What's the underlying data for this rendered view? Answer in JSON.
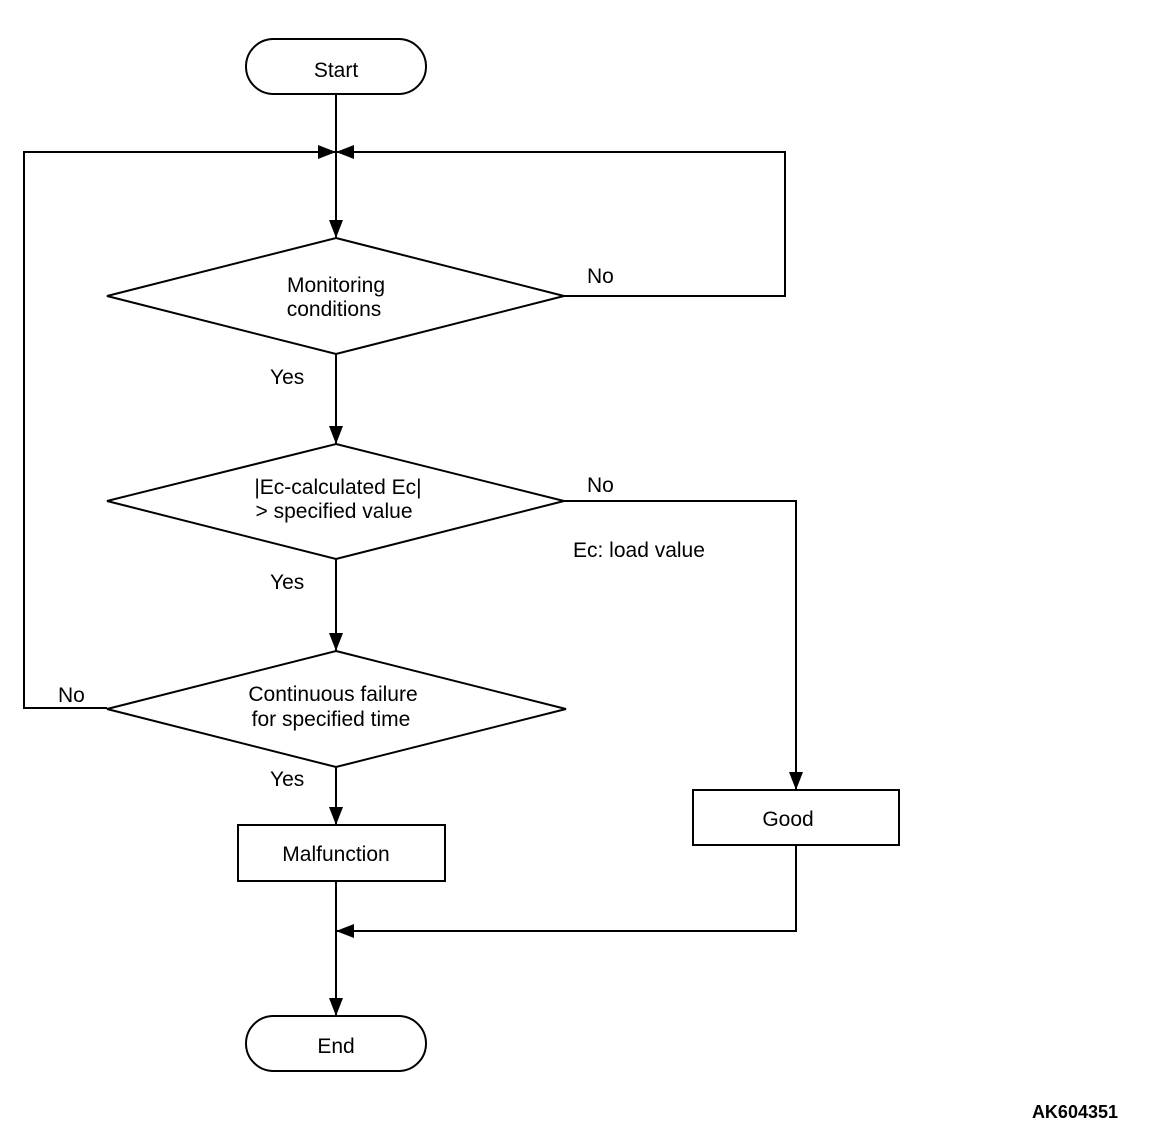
{
  "nodes": {
    "start": "Start",
    "monitoring_line1": "Monitoring",
    "monitoring_line2": "conditions",
    "ec_check_line1": "|Ec-calculated Ec|",
    "ec_check_line2": "> specified value",
    "continuous_line1": "Continuous failure",
    "continuous_line2": "for specified time",
    "malfunction": "Malfunction",
    "good": "Good",
    "end": "End"
  },
  "labels": {
    "yes_monitoring": "Yes",
    "no_monitoring": "No",
    "yes_ec": "Yes",
    "no_ec": "No",
    "yes_continuous": "Yes",
    "no_continuous": "No"
  },
  "note": "Ec: load value",
  "figure_ref": "AK604351"
}
